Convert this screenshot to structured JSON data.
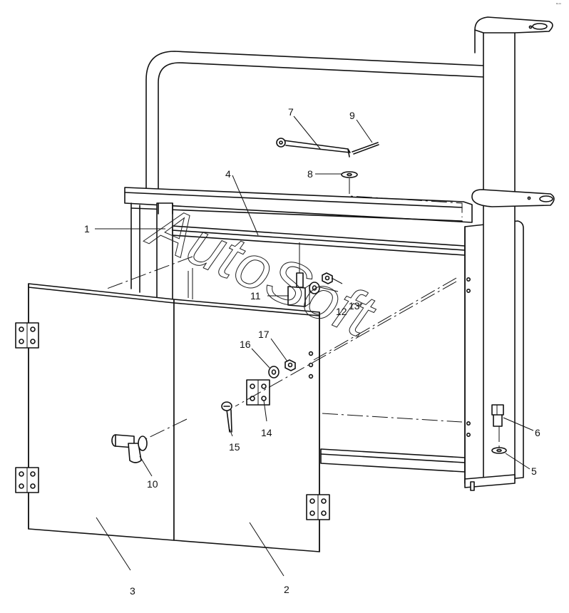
{
  "watermark": "AutoSoft",
  "corner_mark": "ᵃ·ⁿⁿ",
  "labels": {
    "l1": "1",
    "l2": "2",
    "l3": "3",
    "l4": "4",
    "l5": "5",
    "l6": "6",
    "l7": "7",
    "l8": "8",
    "l9": "9",
    "l10": "10",
    "l11": "11",
    "l12": "12",
    "l13": "13",
    "l14": "14",
    "l15": "15",
    "l16": "16",
    "l17": "17"
  }
}
